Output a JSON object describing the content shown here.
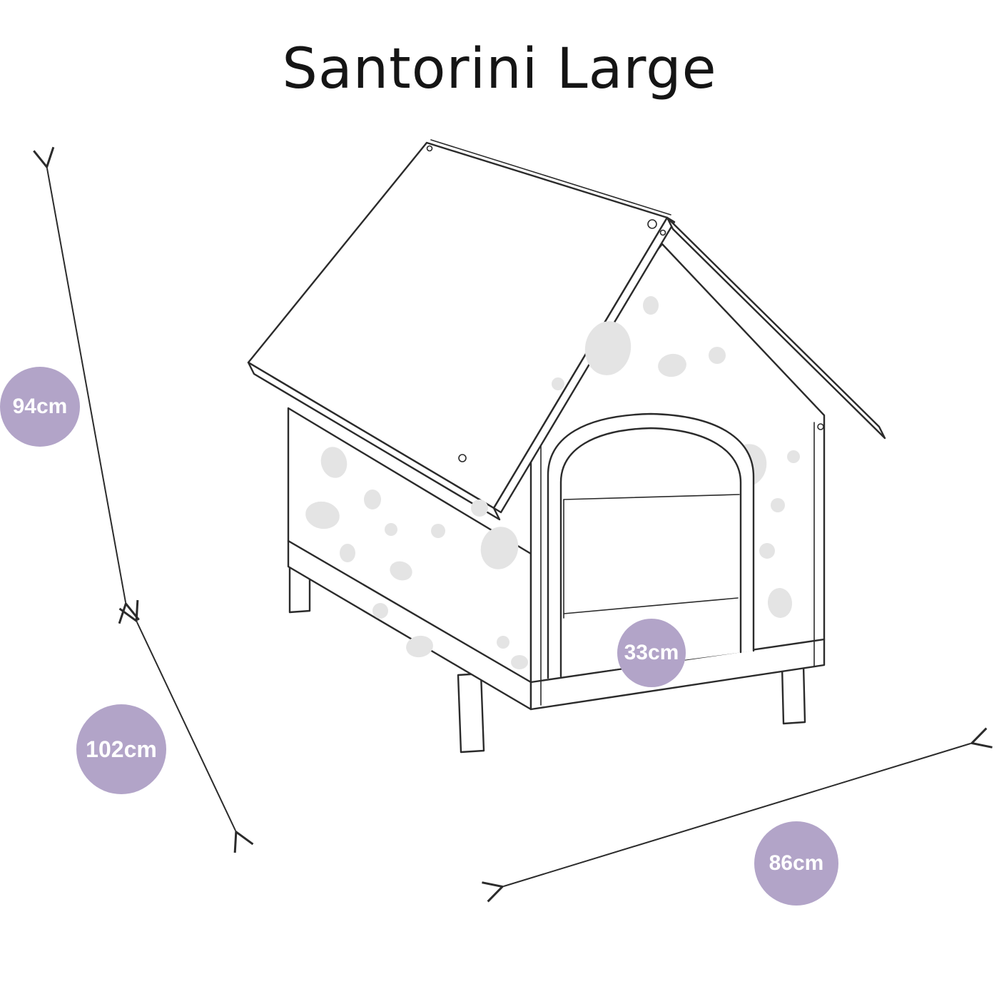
{
  "title": "Santorini Large",
  "colors": {
    "accent": "#b2a4c8",
    "line": "#2b2b2b",
    "spot": "#e4e4e4"
  },
  "dimensions": {
    "height": "94cm",
    "depth": "102cm",
    "width": "86cm",
    "door_width": "33cm"
  }
}
